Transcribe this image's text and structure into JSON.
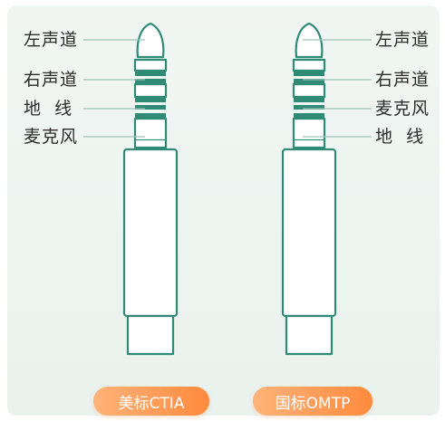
{
  "left_plug": {
    "standard": "美标CTIA",
    "labels": [
      "左声道",
      "右声道",
      "地  线",
      "麦克风"
    ]
  },
  "right_plug": {
    "standard": "国标OMTP",
    "labels": [
      "左声道",
      "右声道",
      "麦克风",
      "地  线"
    ]
  },
  "colors": {
    "outline": "#2f8a76",
    "bands": "#2f8a76",
    "badge_from": "#ffb37a",
    "badge_to": "#ff8a3d",
    "background": "#edf4f0"
  }
}
